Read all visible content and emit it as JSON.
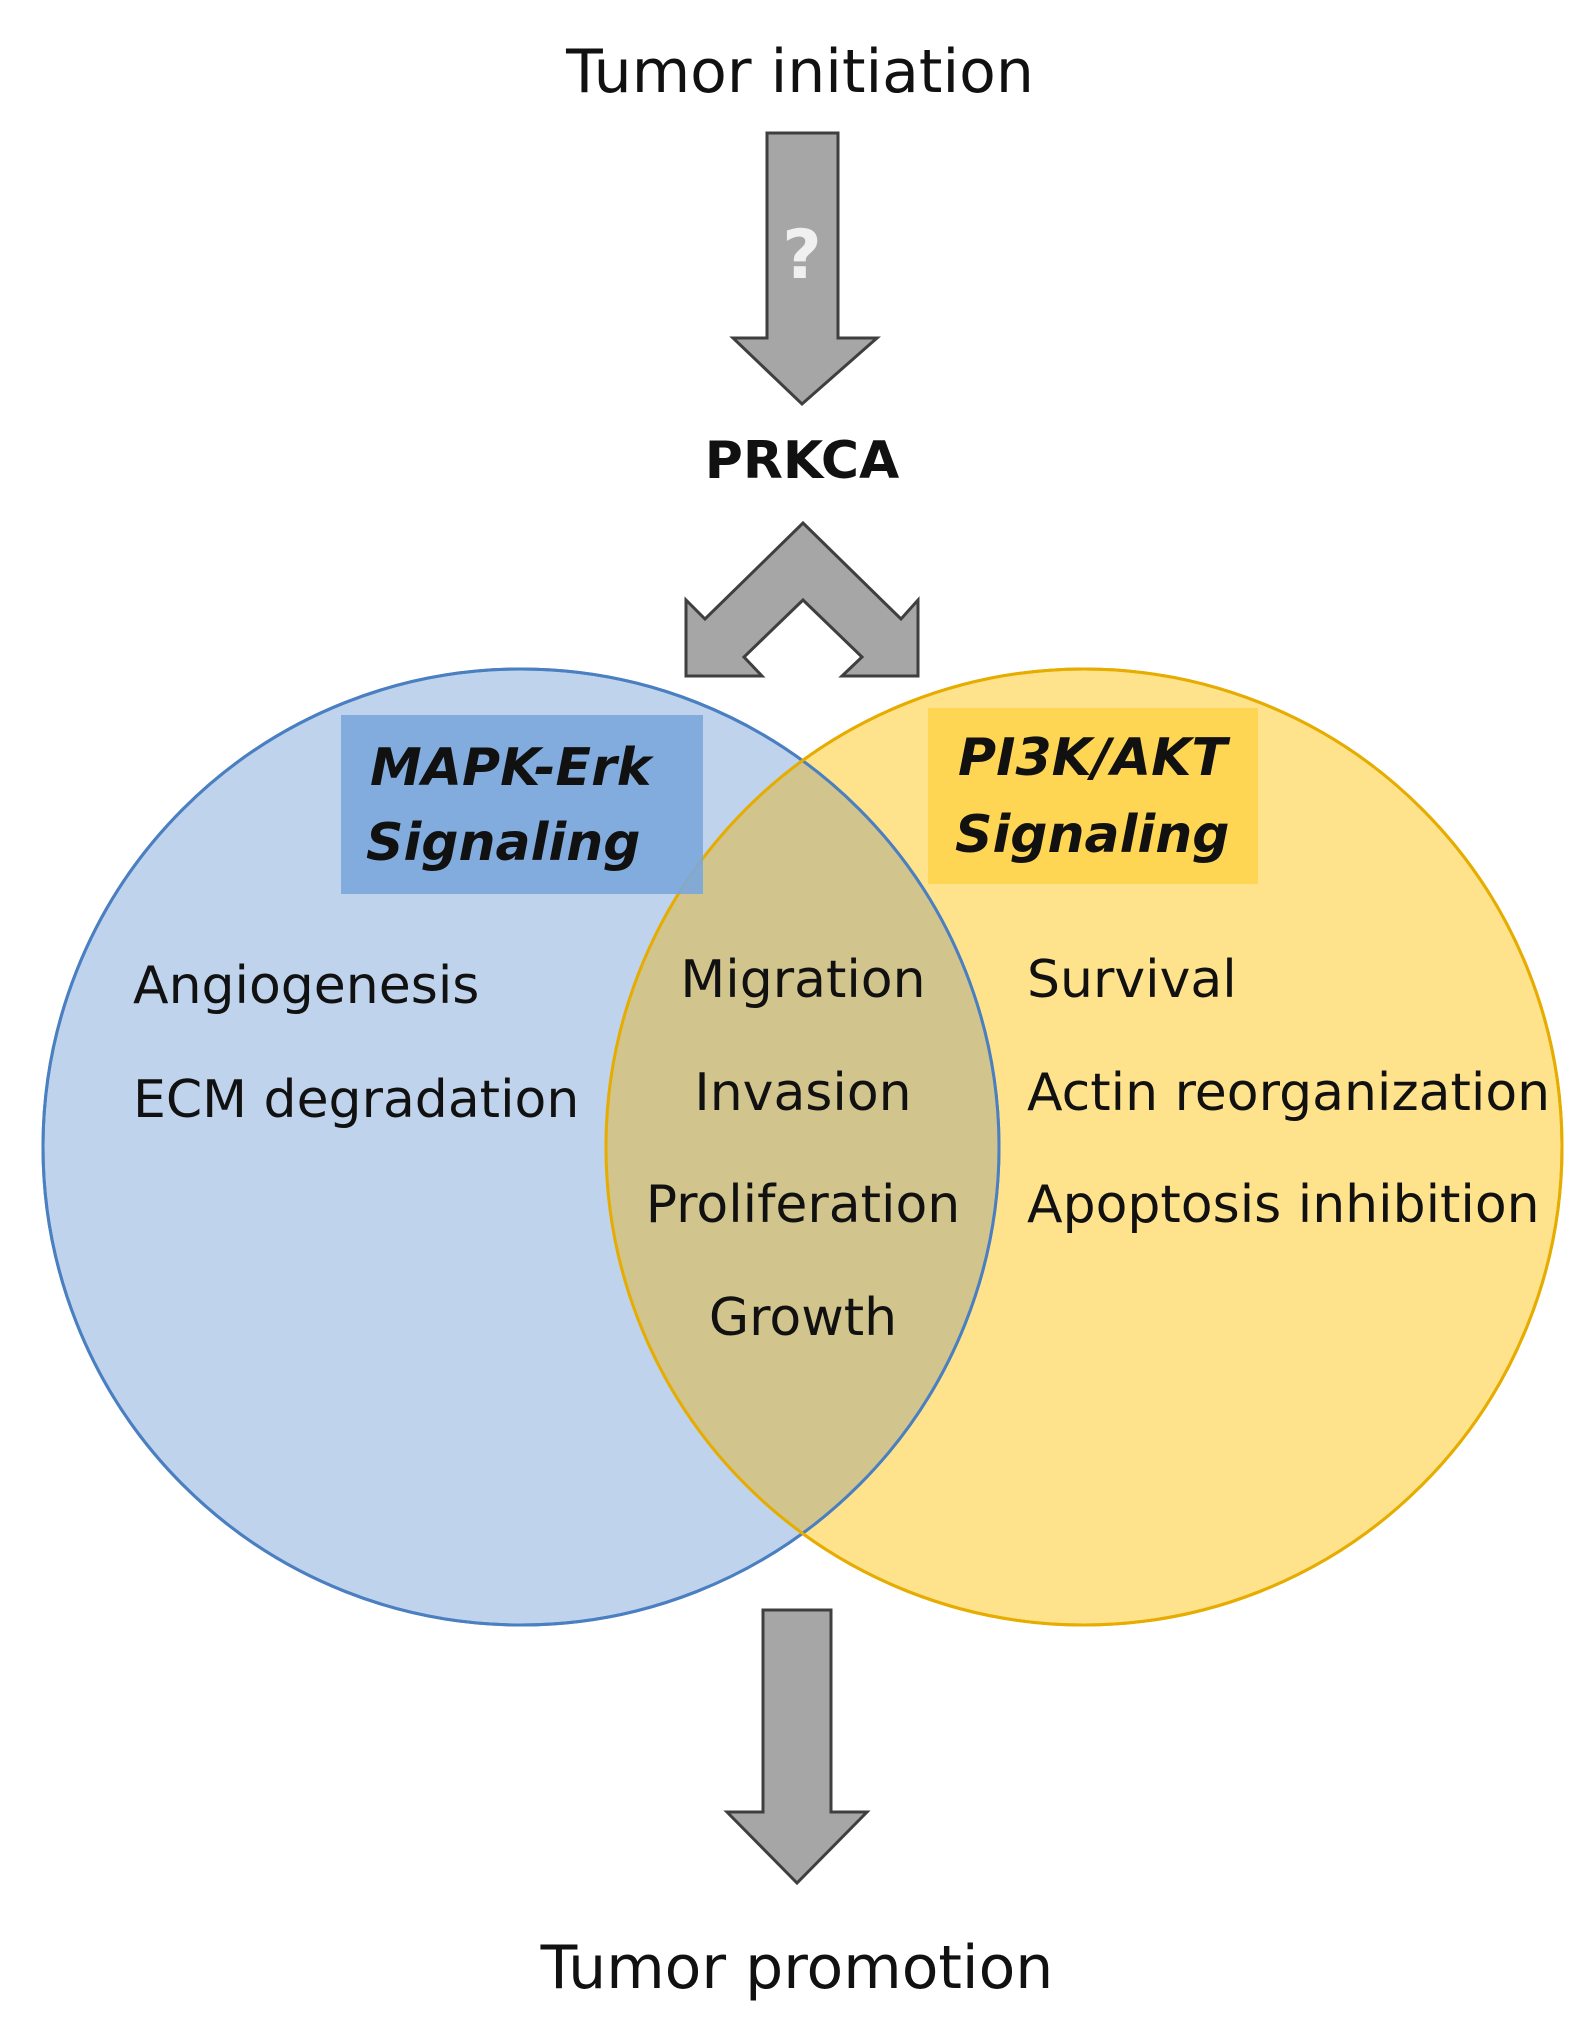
{
  "colors": {
    "mapk_circle_fill": "#a9c4e6",
    "mapk_circle_stroke": "#4a7fc1",
    "mapk_box": "#7aa7db",
    "pi3k_circle_fill": "#ffd966",
    "pi3k_circle_stroke": "#e6ac00",
    "pi3k_box": "#ffd44d",
    "arrow_fill": "#a6a6a6",
    "arrow_stroke": "#3f3f3f"
  },
  "top_label": "Tumor initiation",
  "question_mark": "?",
  "hub_label": "PRKCA",
  "bottom_label": "Tumor promotion",
  "mapk": {
    "title_line1": "MAPK-Erk",
    "title_line2": "Signaling",
    "items": [
      "Angiogenesis",
      "ECM degradation"
    ]
  },
  "pi3k": {
    "title_line1": "PI3K/AKT",
    "title_line2": "Signaling",
    "items": [
      "Survival",
      "Actin reorganization",
      "Apoptosis inhibition"
    ]
  },
  "shared": {
    "items": [
      "Migration",
      "Invasion",
      "Proliferation",
      "Growth"
    ]
  }
}
